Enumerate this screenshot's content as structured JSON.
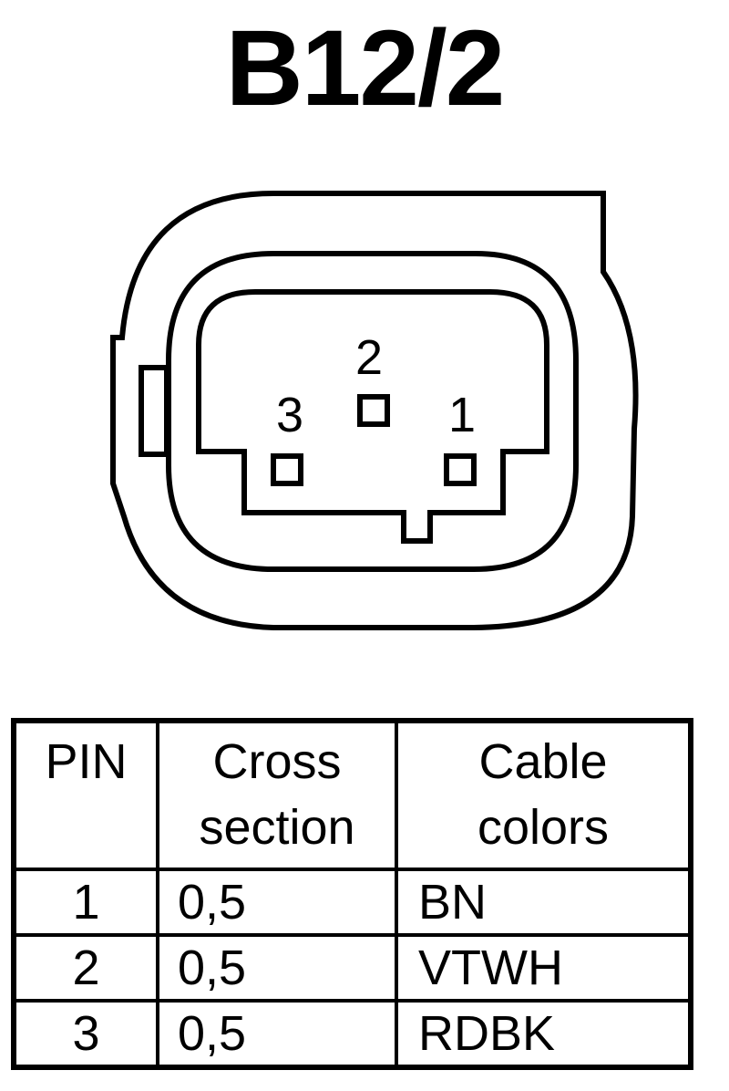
{
  "title": "B12/2",
  "connector": {
    "pins": [
      {
        "number": "1"
      },
      {
        "number": "2"
      },
      {
        "number": "3"
      }
    ]
  },
  "table": {
    "headers": {
      "pin": "PIN",
      "cross_section": [
        "Cross",
        "section"
      ],
      "cable_colors": [
        "Cable",
        "colors"
      ]
    },
    "rows": [
      {
        "pin": "1",
        "cross_section": "0,5",
        "cable_color": "BN"
      },
      {
        "pin": "2",
        "cross_section": "0,5",
        "cable_color": "VTWH"
      },
      {
        "pin": "3",
        "cross_section": "0,5",
        "cable_color": "RDBK"
      }
    ]
  }
}
